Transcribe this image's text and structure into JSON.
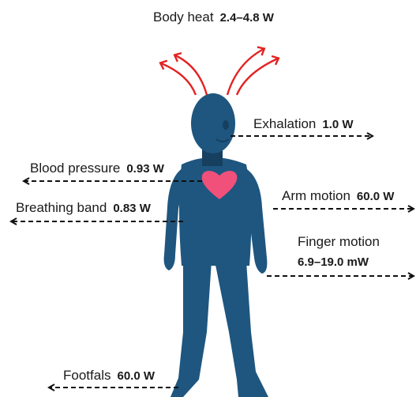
{
  "diagram": {
    "sources": [
      {
        "id": "body-heat",
        "name": "Body heat",
        "value": "2.4–4.8 W"
      },
      {
        "id": "exhalation",
        "name": "Exhalation",
        "value": "1.0 W"
      },
      {
        "id": "blood-pressure",
        "name": "Blood pressure",
        "value": "0.93 W"
      },
      {
        "id": "breathing-band",
        "name": "Breathing band",
        "value": "0.83 W"
      },
      {
        "id": "arm-motion",
        "name": "Arm motion",
        "value": "60.0 W"
      },
      {
        "id": "finger-motion",
        "name": "Finger motion",
        "value": "6.9–19.0 mW"
      },
      {
        "id": "footfalls",
        "name": "Footfals",
        "value": "60.0 W"
      }
    ],
    "colors": {
      "body": "#1e567f",
      "body_shadow": "#163f60",
      "heart": "#f0507a",
      "heat_arrows": "#e32222",
      "dashed_arrows": "#111111"
    }
  }
}
